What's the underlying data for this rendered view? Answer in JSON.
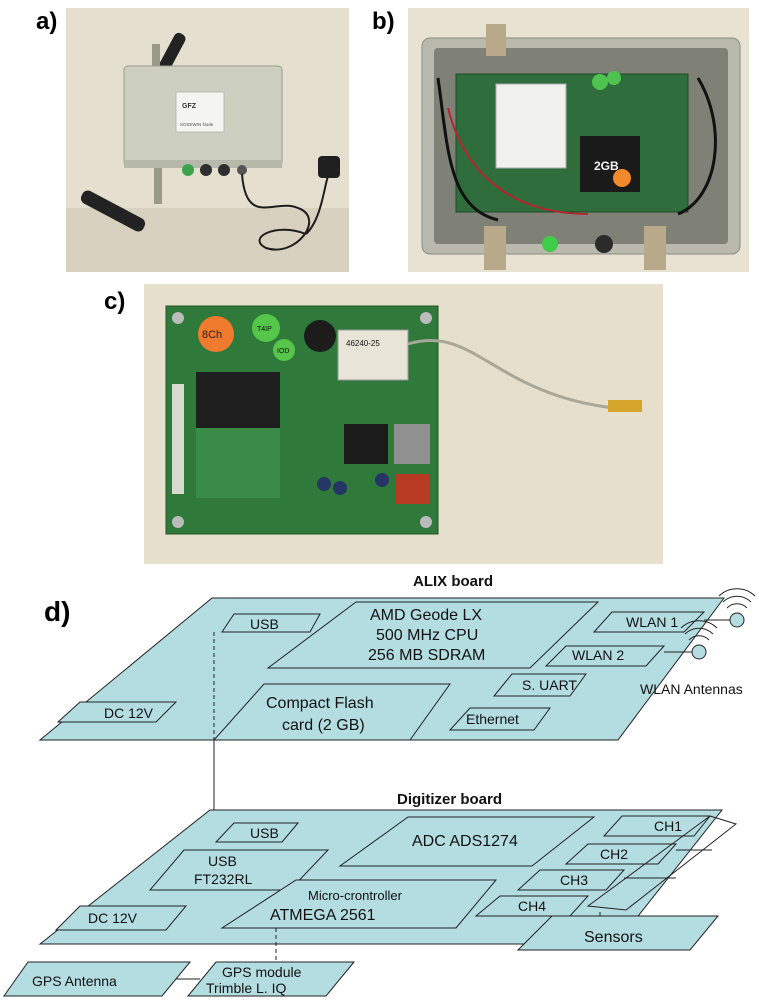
{
  "panels": {
    "a": "a)",
    "b": "b)",
    "c": "c)",
    "d": "d)"
  },
  "photo_a": {
    "box_label_1": "GFZ",
    "box_label_2": "SOSEWIN Node"
  },
  "photo_b": {
    "cf_card": "2GB"
  },
  "photo_c": {
    "sticker_1": "8Ch",
    "sticker_2": "T4IP",
    "sticker_3": "IOD",
    "chip_label": "46240-25"
  },
  "alix": {
    "title": "ALIX board",
    "cpu_line1": "AMD Geode LX",
    "cpu_line2": "500 MHz CPU",
    "cpu_line3": "256 MB SDRAM",
    "usb": "USB",
    "cf_line1": "Compact Flash",
    "cf_line2": "card (2 GB)",
    "dc": "DC 12V",
    "wlan1": "WLAN 1",
    "wlan2": "WLAN 2",
    "suart": "S. UART",
    "ethernet": "Ethernet",
    "antennas": "WLAN Antennas"
  },
  "digitizer": {
    "title": "Digitizer board",
    "usb": "USB",
    "usb_chip_line1": "USB",
    "usb_chip_line2": "FT232RL",
    "adc": "ADC ADS1274",
    "mc_line1": "Micro-crontroller",
    "mc_line2": "ATMEGA 2561",
    "dc": "DC 12V",
    "ch1": "CH1",
    "ch2": "CH2",
    "ch3": "CH3",
    "ch4": "CH4",
    "sensors": "Sensors",
    "gps_antenna": "GPS Antenna",
    "gps_line1": "GPS module",
    "gps_line2": "Trimble L. IQ"
  },
  "colors": {
    "board_fill": "#b4dde2",
    "pcb_green": "#2f7a3a",
    "enclosure_gray": "#cfd2c4",
    "photo_bg": "#e3dcc8"
  }
}
